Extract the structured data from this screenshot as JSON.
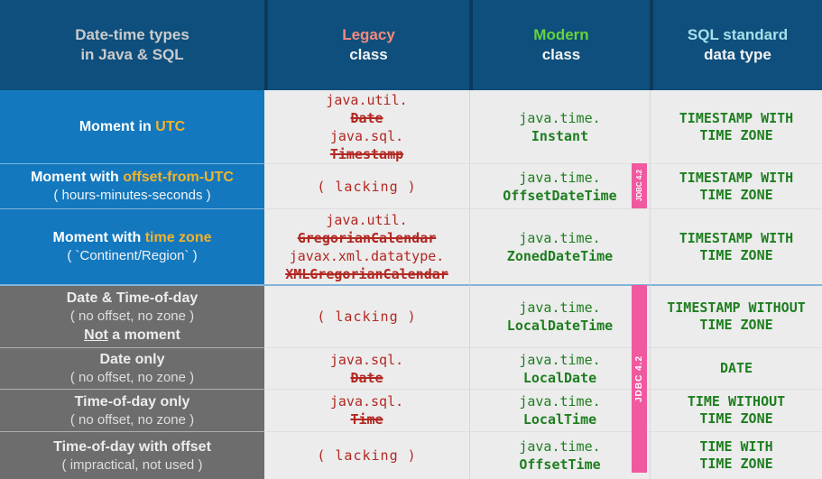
{
  "palette": {
    "header_bg": "#0e4f7d",
    "blue_row_bg": "#1478bf",
    "gray_row_bg": "#6d6d6d",
    "cell_bg": "#ececec",
    "legacy_accent": "#f5897c",
    "modern_accent": "#66d33c",
    "sql_accent": "#a6e0ea",
    "utc_yellow": "#f2b32a",
    "code_red": "#b22822",
    "code_green": "#1e7e1f",
    "jdbc_pink": "#f0599f",
    "section_divider_blue": "#85b4da"
  },
  "header": {
    "col1_line1": "Date-time types",
    "col1_line2": "in Java & SQL",
    "legacy_accent": "Legacy",
    "legacy_sub": "class",
    "modern_accent": "Modern",
    "modern_sub": "class",
    "sql_accent": "SQL standard",
    "sql_sub": "data type"
  },
  "jdbc_badge_label": "JDBC 4.2",
  "rows": [
    {
      "label_prefix": "Moment in ",
      "label_accent": "UTC",
      "legacy": {
        "l1": "java.util.",
        "l2": "Date",
        "l3": "java.sql.",
        "l4": "Timestamp"
      },
      "modern": {
        "pkg": "java.time.",
        "cls": "Instant"
      },
      "sql_l1": "TIMESTAMP WITH",
      "sql_l2": "TIME ZONE"
    },
    {
      "label_prefix": "Moment with ",
      "label_accent": "offset-from-UTC",
      "sublabel": "( hours-minutes-seconds )",
      "legacy_lacking": "( lacking )",
      "modern": {
        "pkg": "java.time.",
        "cls": "OffsetDateTime"
      },
      "sql_l1": "TIMESTAMP WITH",
      "sql_l2": "TIME ZONE"
    },
    {
      "label_prefix": "Moment with ",
      "label_accent": "time zone",
      "sublabel": "( `Continent/Region` )",
      "legacy": {
        "l1": "java.util.",
        "l2": "GregorianCalendar",
        "l3": "javax.xml.datatype.",
        "l4": "XMLGregorianCalendar"
      },
      "modern": {
        "pkg": "java.time.",
        "cls": "ZonedDateTime"
      },
      "sql_l1": "TIMESTAMP WITH",
      "sql_l2": "TIME ZONE"
    },
    {
      "label": "Date & Time-of-day",
      "sublabel": "( no offset, no zone )",
      "sublabel2_underlined": "Not",
      "sublabel2_rest": " a moment",
      "legacy_lacking": "( lacking )",
      "modern": {
        "pkg": "java.time.",
        "cls": "LocalDateTime"
      },
      "sql_l1": "TIMESTAMP WITHOUT",
      "sql_l2": "TIME ZONE"
    },
    {
      "label": "Date only",
      "sublabel": "( no offset, no zone )",
      "legacy": {
        "l1": "java.sql.",
        "l2": "Date"
      },
      "modern": {
        "pkg": "java.time.",
        "cls": "LocalDate"
      },
      "sql_l1": "DATE",
      "sql_l2": ""
    },
    {
      "label": "Time-of-day only",
      "sublabel": "( no offset, no zone )",
      "legacy": {
        "l1": "java.sql.",
        "l2": "Time"
      },
      "modern": {
        "pkg": "java.time.",
        "cls": "LocalTime"
      },
      "sql_l1": "TIME WITHOUT",
      "sql_l2": "TIME ZONE"
    },
    {
      "label": "Time-of-day with offset",
      "sublabel": "( impractical, not used )",
      "legacy_lacking": "( lacking )",
      "modern": {
        "pkg": "java.time.",
        "cls": "OffsetTime"
      },
      "sql_l1": "TIME WITH",
      "sql_l2": "TIME ZONE"
    }
  ]
}
